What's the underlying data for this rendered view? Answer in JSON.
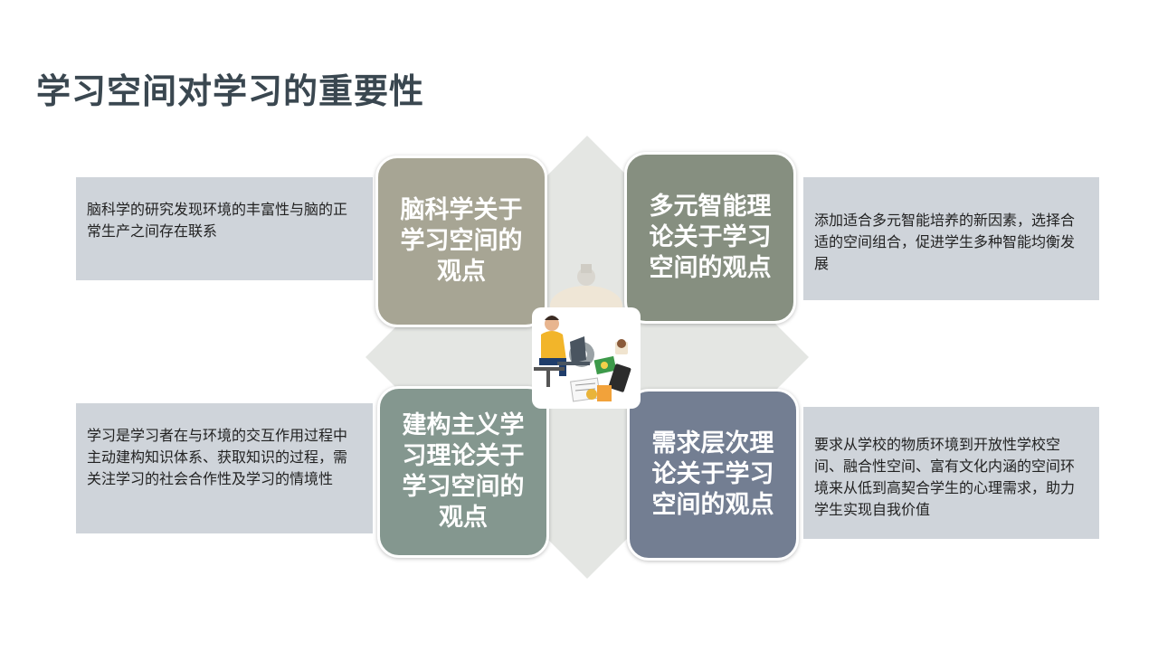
{
  "title": "学习空间对学习的重要性",
  "quadrants": {
    "top_left": {
      "heading": "脑科学关于学习空间的观点",
      "description": "脑科学的研究发现环境的丰富性与脑的正常生产之间存在联系"
    },
    "top_right": {
      "heading": "多元智能理论关于学习空间的观点",
      "description": "添加适合多元智能培养的新因素，选择合适的空间组合，促进学生多种智能均衡发展"
    },
    "bottom_left": {
      "heading": "建构主义学习理论关于学习空间的观点",
      "description": "学习是学习者在与环境的交互作用过程中主动建构知识体系、获取知识的过程，需关注学习的社会合作性及学习的情境性"
    },
    "bottom_right": {
      "heading": "需求层次理论关于学习空间的观点",
      "description": "要求从学校的物质环境到开放性学校空间、融合性空间、富有文化内涵的空间环境来从低到高契合学生的心理需求，助力学生实现自我价值"
    }
  },
  "colors": {
    "top_left": "#a7a594",
    "top_right": "#868f80",
    "bottom_left": "#84978f",
    "bottom_right": "#737e92",
    "text_box": "#cfd4da",
    "diamond": "#e4e6e3"
  },
  "center_icon": "person-working-at-laptop-illustration"
}
